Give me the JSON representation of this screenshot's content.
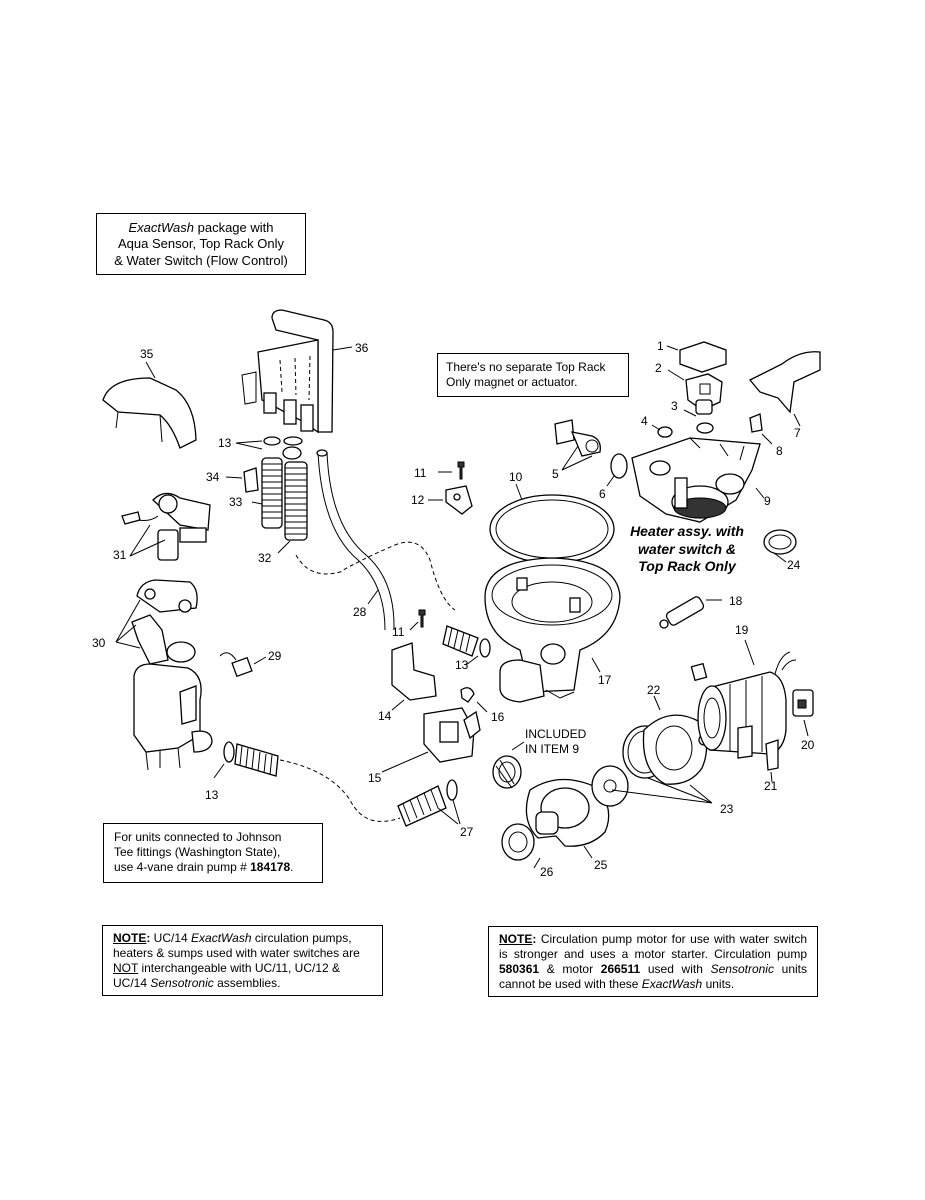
{
  "header_box": {
    "line1_italic": "ExactWash",
    "line1_rest": " package with",
    "line2": "Aqua Sensor, Top Rack Only",
    "line3": "& Water Switch (Flow Control)"
  },
  "rack_note": {
    "line1": "There's no separate Top Rack",
    "line2": "Only magnet or actuator."
  },
  "heater_label": {
    "line1": "Heater assy. with",
    "line2": "water switch &",
    "line3": "Top Rack Only"
  },
  "included_label": {
    "line1": "INCLUDED",
    "line2": "IN ITEM 9"
  },
  "johnson_box": {
    "line1": "For units connected to Johnson",
    "line2": "Tee fittings (Washington State),",
    "line3": "use 4-vane drain pump # ",
    "part_number": "184178",
    "end": "."
  },
  "note1": {
    "label": "NOTE",
    "colon": ":",
    "t1": " UC/14 ",
    "t1_italic": "ExactWash",
    "t2": " circulation pumps, heaters & sumps used with water switches are ",
    "not_word": "NOT",
    "t3": " interchangeable with UC/11, UC/12 & UC/14 ",
    "t3_italic": "Sensotronic",
    "t4": " assemblies."
  },
  "note2": {
    "label": "NOTE",
    "colon": ":",
    "t1": " Circulation pump motor for use with water switch is stronger and uses a motor starter. Circulation pump ",
    "pump_number": "580361",
    "t2": " & motor ",
    "motor_number": "266511",
    "t3": " used with ",
    "t3_italic": "Sensotronic",
    "t4": " units cannot be used with these ",
    "t4_italic": "ExactWash",
    "t5": " units."
  },
  "part_callouts": [
    {
      "id": "c1",
      "label": "1"
    },
    {
      "id": "c2",
      "label": "2"
    },
    {
      "id": "c3",
      "label": "3"
    },
    {
      "id": "c4",
      "label": "4"
    },
    {
      "id": "c5",
      "label": "5"
    },
    {
      "id": "c6",
      "label": "6"
    },
    {
      "id": "c7",
      "label": "7"
    },
    {
      "id": "c8",
      "label": "8"
    },
    {
      "id": "c9",
      "label": "9"
    },
    {
      "id": "c10",
      "label": "10"
    },
    {
      "id": "c11a",
      "label": "11"
    },
    {
      "id": "c11b",
      "label": "11"
    },
    {
      "id": "c12",
      "label": "12"
    },
    {
      "id": "c13a",
      "label": "13"
    },
    {
      "id": "c13b",
      "label": "13"
    },
    {
      "id": "c13c",
      "label": "13"
    },
    {
      "id": "c14",
      "label": "14"
    },
    {
      "id": "c15",
      "label": "15"
    },
    {
      "id": "c16",
      "label": "16"
    },
    {
      "id": "c17",
      "label": "17"
    },
    {
      "id": "c18",
      "label": "18"
    },
    {
      "id": "c19",
      "label": "19"
    },
    {
      "id": "c20",
      "label": "20"
    },
    {
      "id": "c21",
      "label": "21"
    },
    {
      "id": "c22",
      "label": "22"
    },
    {
      "id": "c23",
      "label": "23"
    },
    {
      "id": "c24",
      "label": "24"
    },
    {
      "id": "c25",
      "label": "25"
    },
    {
      "id": "c26",
      "label": "26"
    },
    {
      "id": "c27",
      "label": "27"
    },
    {
      "id": "c28",
      "label": "28"
    },
    {
      "id": "c29",
      "label": "29"
    },
    {
      "id": "c30",
      "label": "30"
    },
    {
      "id": "c31",
      "label": "31"
    },
    {
      "id": "c32",
      "label": "32"
    },
    {
      "id": "c33",
      "label": "33"
    },
    {
      "id": "c34",
      "label": "34"
    },
    {
      "id": "c35",
      "label": "35"
    },
    {
      "id": "c36",
      "label": "36"
    }
  ]
}
